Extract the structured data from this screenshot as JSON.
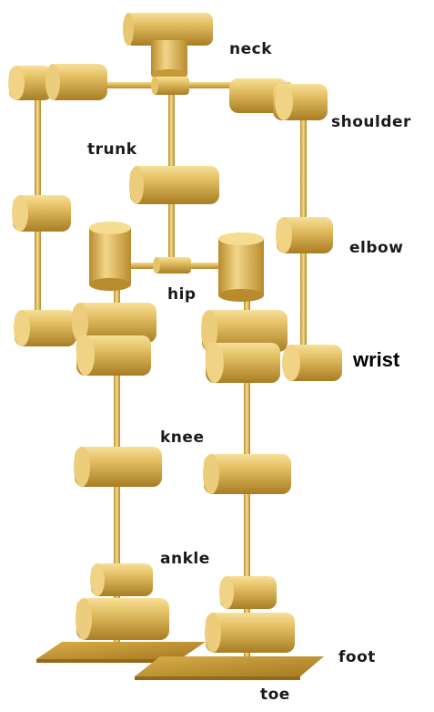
{
  "labels": {
    "neck": "neck",
    "shoulder": "shoulder",
    "trunk": "trunk",
    "elbow": "elbow",
    "hip": "hip",
    "wrist": "wrist",
    "knee": "knee",
    "ankle": "ankle",
    "foot": "foot",
    "toe": "toe"
  },
  "colors": {
    "gold_light": "#f3d98c",
    "gold_mid": "#d9b24d",
    "gold_dark": "#a57a22",
    "background": "#ffffff"
  }
}
